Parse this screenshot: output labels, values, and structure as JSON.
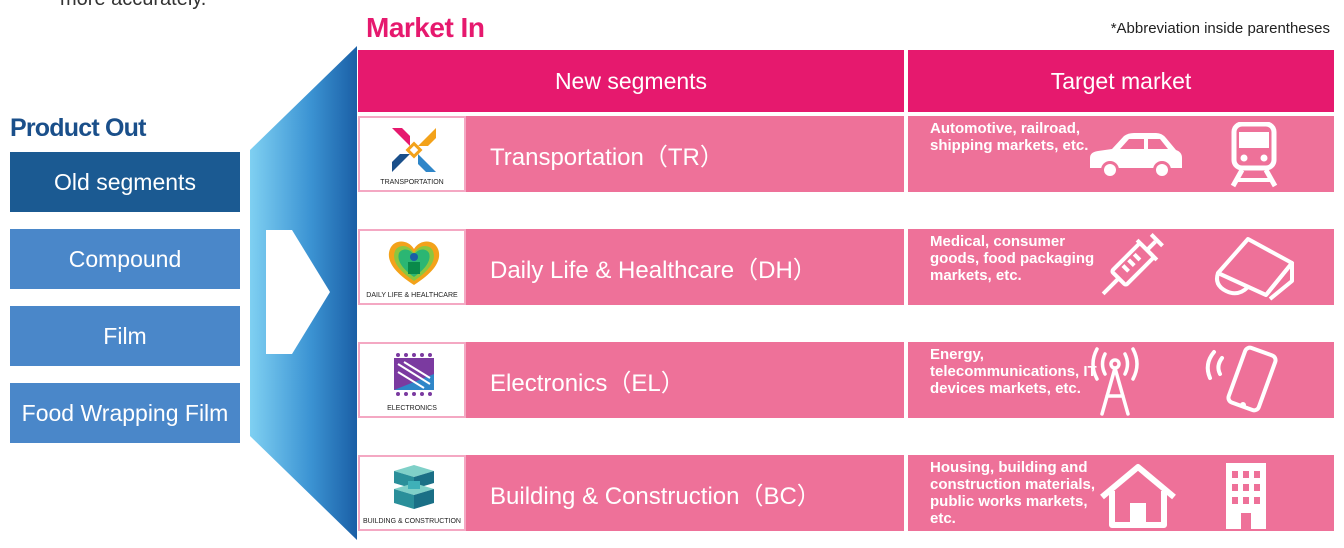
{
  "top_fragment": "more accurately.",
  "header": {
    "market_in": "Market In",
    "note": "*Abbreviation inside parentheses",
    "col_new": "New segments",
    "col_target": "Target market"
  },
  "product_out": {
    "title": "Product Out",
    "header": "Old segments",
    "items": [
      "Compound",
      "Film",
      "Food Wrapping Film"
    ]
  },
  "segments": [
    {
      "name": "Transportation（TR）",
      "logo_caption": "TRANSPORTATION",
      "logo_icon": "transportation-logo-icon",
      "target_text": "Automotive, railroad, shipping markets, etc.",
      "icons": [
        "car-icon",
        "train-icon"
      ]
    },
    {
      "name": "Daily Life & Healthcare（DH）",
      "logo_caption": "DAILY LIFE & HEALTHCARE",
      "logo_icon": "daily-life-healthcare-logo-icon",
      "target_text": "Medical, consumer goods, food packaging markets, etc.",
      "icons": [
        "syringe-icon",
        "food-wrap-icon"
      ]
    },
    {
      "name": "Electronics（EL）",
      "logo_caption": "ELECTRONICS",
      "logo_icon": "electronics-logo-icon",
      "target_text": "Energy, telecommunications, IT devices markets, etc.",
      "icons": [
        "antenna-tower-icon",
        "smartphone-icon"
      ]
    },
    {
      "name": "Building & Construction（BC）",
      "logo_caption": "BUILDING & CONSTRUCTION",
      "logo_icon": "building-construction-logo-icon",
      "target_text": "Housing, building and construction materials, public works markets, etc.",
      "icons": [
        "house-icon",
        "office-building-icon"
      ]
    }
  ],
  "colors": {
    "magenta": "#e6196e",
    "pink": "#ee7199",
    "dark_blue": "#1b5a92",
    "mid_blue": "#4a87c9"
  }
}
